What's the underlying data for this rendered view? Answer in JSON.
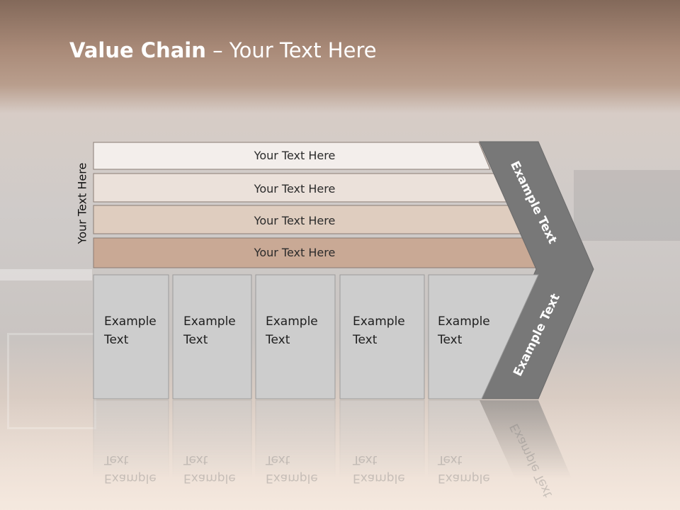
{
  "title": {
    "bold": "Value Chain",
    "rest": " – Your Text Here"
  },
  "side_label": "Your Text Here",
  "bars": [
    {
      "label": "Your Text Here",
      "color": "#f3eeeb"
    },
    {
      "label": "Your Text Here",
      "color": "#ebe1da"
    },
    {
      "label": "Your Text Here",
      "color": "#dfcdbf"
    },
    {
      "label": "Your Text Here",
      "color": "#c9a995"
    }
  ],
  "chevron": {
    "top": "Example Text",
    "bottom": "Example Text",
    "color": "#787878"
  },
  "boxes": [
    {
      "line1": "Example",
      "line2": "Text"
    },
    {
      "line1": "Example",
      "line2": "Text"
    },
    {
      "line1": "Example",
      "line2": "Text"
    },
    {
      "line1": "Example",
      "line2": "Text"
    },
    {
      "line1": "Example",
      "line2": "Text"
    }
  ],
  "colors": {
    "box_fill": "#cdcdcd",
    "box_border": "#9b9b9b",
    "bar_border": "#8a7c74"
  }
}
